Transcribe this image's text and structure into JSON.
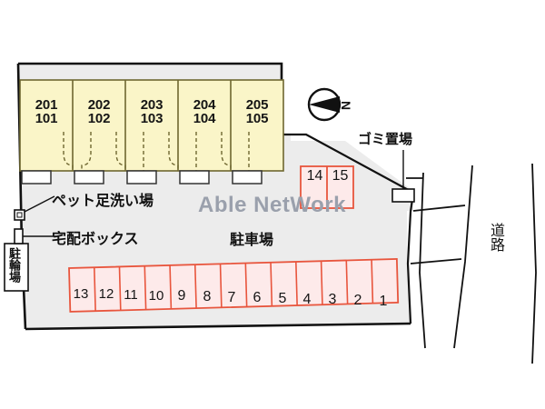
{
  "site": {
    "title": "Apartment site plan",
    "colors": {
      "ground": "#ececec",
      "building_fill": "#faf5c8",
      "building_stroke": "#7a7338",
      "parking_fill": "#fdeaea",
      "parking_stroke": "#e8553d",
      "outline": "#111111",
      "watermark": "#9aa0ac"
    }
  },
  "watermark": {
    "text": "Able NetWork"
  },
  "compass": {
    "letter": "N",
    "icon": "compass-north-arrow"
  },
  "building": {
    "units": [
      {
        "upper": "201",
        "lower": "101"
      },
      {
        "upper": "202",
        "lower": "102"
      },
      {
        "upper": "203",
        "lower": "103"
      },
      {
        "upper": "204",
        "lower": "104"
      },
      {
        "upper": "205",
        "lower": "105"
      }
    ]
  },
  "parking": {
    "area_label": "駐車場",
    "main_row": [
      "13",
      "12",
      "11",
      "10",
      "9",
      "8",
      "7",
      "6",
      "5",
      "4",
      "3",
      "2",
      "1"
    ],
    "upper_block": [
      "14",
      "15"
    ]
  },
  "facilities": {
    "pet_wash": "ペット足洗い場",
    "delivery_box": "宅配ボックス",
    "bicycle_parking": "駐輪場",
    "garbage": "ゴミ置場"
  },
  "road": {
    "label": "道路"
  }
}
